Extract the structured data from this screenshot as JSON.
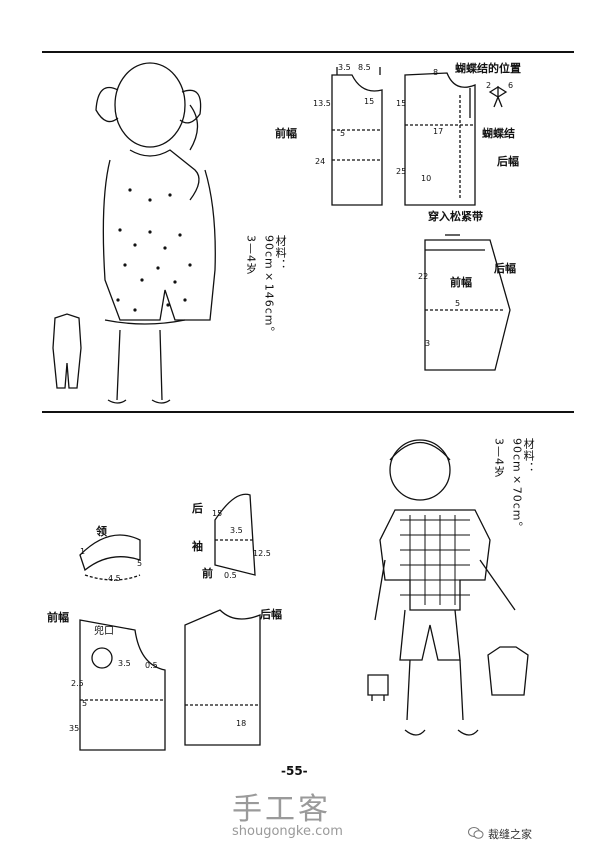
{
  "top": {
    "label_front": "前幅",
    "label_back": "后幅",
    "label_bow_position": "蝴蝶结的位置",
    "label_bow": "蝴蝶结",
    "label_elastic": "穿入松紧带",
    "label_pants_front": "前幅",
    "label_pants_back": "后幅",
    "age": "3—4岁",
    "materials": "材料：90cm×146cm。",
    "nums": {
      "n1": "3.5",
      "n2": "8.5",
      "n3": "13.5",
      "n4": "5",
      "n5": "15",
      "n6": "24",
      "n7": "8",
      "n8": "17",
      "n9": "15",
      "n10": "10",
      "n11": "25",
      "n12": "2",
      "n13": "6",
      "n14": "22",
      "n15": "5",
      "n16": "3"
    }
  },
  "bottom": {
    "label_collar": "领",
    "label_back": "后",
    "label_sleeve": "袖",
    "label_front_short": "前",
    "label_front": "前幅",
    "label_back_full": "后幅",
    "label_pocket": "兜口",
    "age": "3—4岁",
    "materials": "材料：90cm×70cm。",
    "nums": {
      "m1": "1",
      "m2": "5",
      "m3": "4.5",
      "m4": "15",
      "m5": "3.5",
      "m6": "0.5",
      "m7": "12.5",
      "m8": "2.5",
      "m9": "5",
      "m10": "0.5",
      "m11": "3.5",
      "m12": "18",
      "m13": "35"
    }
  },
  "page_number": "-55-",
  "watermark": {
    "site_cn": "手工客",
    "site_en": "shougongke.com",
    "badge": "裁缝之家"
  }
}
